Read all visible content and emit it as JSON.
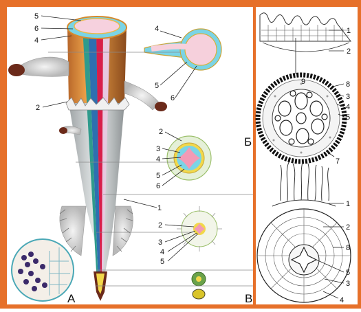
{
  "panels": {
    "a": {
      "letter": "А"
    },
    "b": {
      "letter": "Б"
    },
    "v": {
      "letter": "В"
    }
  },
  "labels": {
    "n1": "1",
    "n2": "2",
    "n3": "3",
    "n4": "4",
    "n5": "5",
    "n6": "6",
    "n7": "7",
    "n8": "8",
    "n9": "9"
  },
  "colors": {
    "frame": "#e6702a",
    "panel_bg": "#ffffff",
    "root_cap": "#6b2a1a",
    "cortex_orange": "#e58d3a",
    "xylem_red": "#d81e4a",
    "phloem_blue": "#2e6fb0",
    "section_pink": "#f29ab5",
    "section_cyan": "#7ad4e6",
    "section_green": "#b9d98a",
    "section_yellow": "#f2d84a"
  }
}
